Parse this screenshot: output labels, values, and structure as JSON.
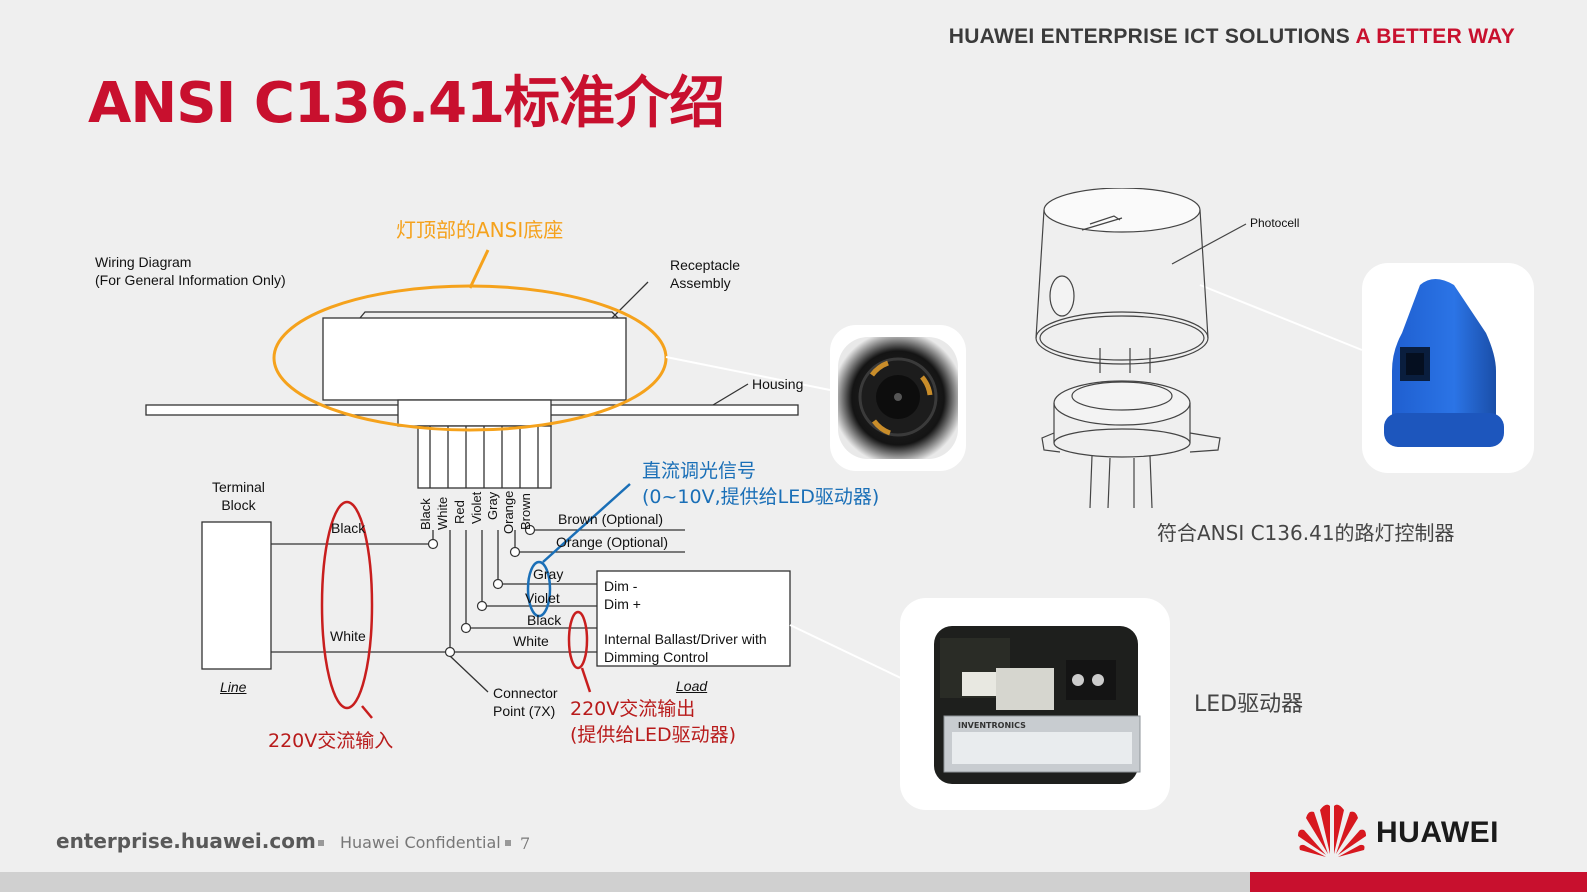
{
  "header": {
    "tagline": "HUAWEI ENTERPRISE ICT SOLUTIONS",
    "tagline_accent": "A BETTER WAY"
  },
  "title": "ANSI C136.41标准介绍",
  "diagram": {
    "wiring_title": "Wiring Diagram",
    "wiring_subtitle": "(For General Information Only)",
    "receptacle": [
      "Receptacle",
      "Assembly"
    ],
    "housing": "Housing",
    "terminal_block": [
      "Terminal",
      "Block"
    ],
    "line_label": "Line",
    "load_label": "Load",
    "connector_point": [
      "Connector",
      "Point (7X)"
    ],
    "wire_colors": [
      "Black",
      "White",
      "Red",
      "Violet",
      "Gray",
      "Orange",
      "Brown"
    ],
    "left_wires": {
      "black": "Black",
      "white": "White"
    },
    "right_wires": {
      "brown": "Brown (Optional)",
      "orange": "Orange (Optional)",
      "gray": "Gray",
      "violet": "Violet",
      "black": "Black",
      "white": "White"
    },
    "driver_box": {
      "dim_minus": "Dim -",
      "dim_plus": "Dim +",
      "line1": "Internal Ballast/Driver with",
      "line2": "Dimming Control"
    },
    "photocell": "Photocell"
  },
  "annotations": {
    "ansi_base": "灯顶部的ANSI底座",
    "dc_dimming_1": "直流调光信号",
    "dc_dimming_2": "(0~10V,提供给LED驱动器)",
    "ac_input": "220V交流输入",
    "ac_output_1": "220V交流输出",
    "ac_output_2": "(提供给LED驱动器)"
  },
  "captions": {
    "controller": "符合ANSI C136.41的路灯控制器",
    "led_driver": "LED驱动器",
    "driver_brand": "INVENTRONICS"
  },
  "footer": {
    "url": "enterprise.huawei.com",
    "confidential": "Huawei Confidential",
    "page": "7",
    "logo": "HUAWEI"
  },
  "colors": {
    "brand_red": "#c8102e",
    "orange": "#f5a21c",
    "blue": "#1a6fb7",
    "dark_red": "#b81b1b"
  }
}
